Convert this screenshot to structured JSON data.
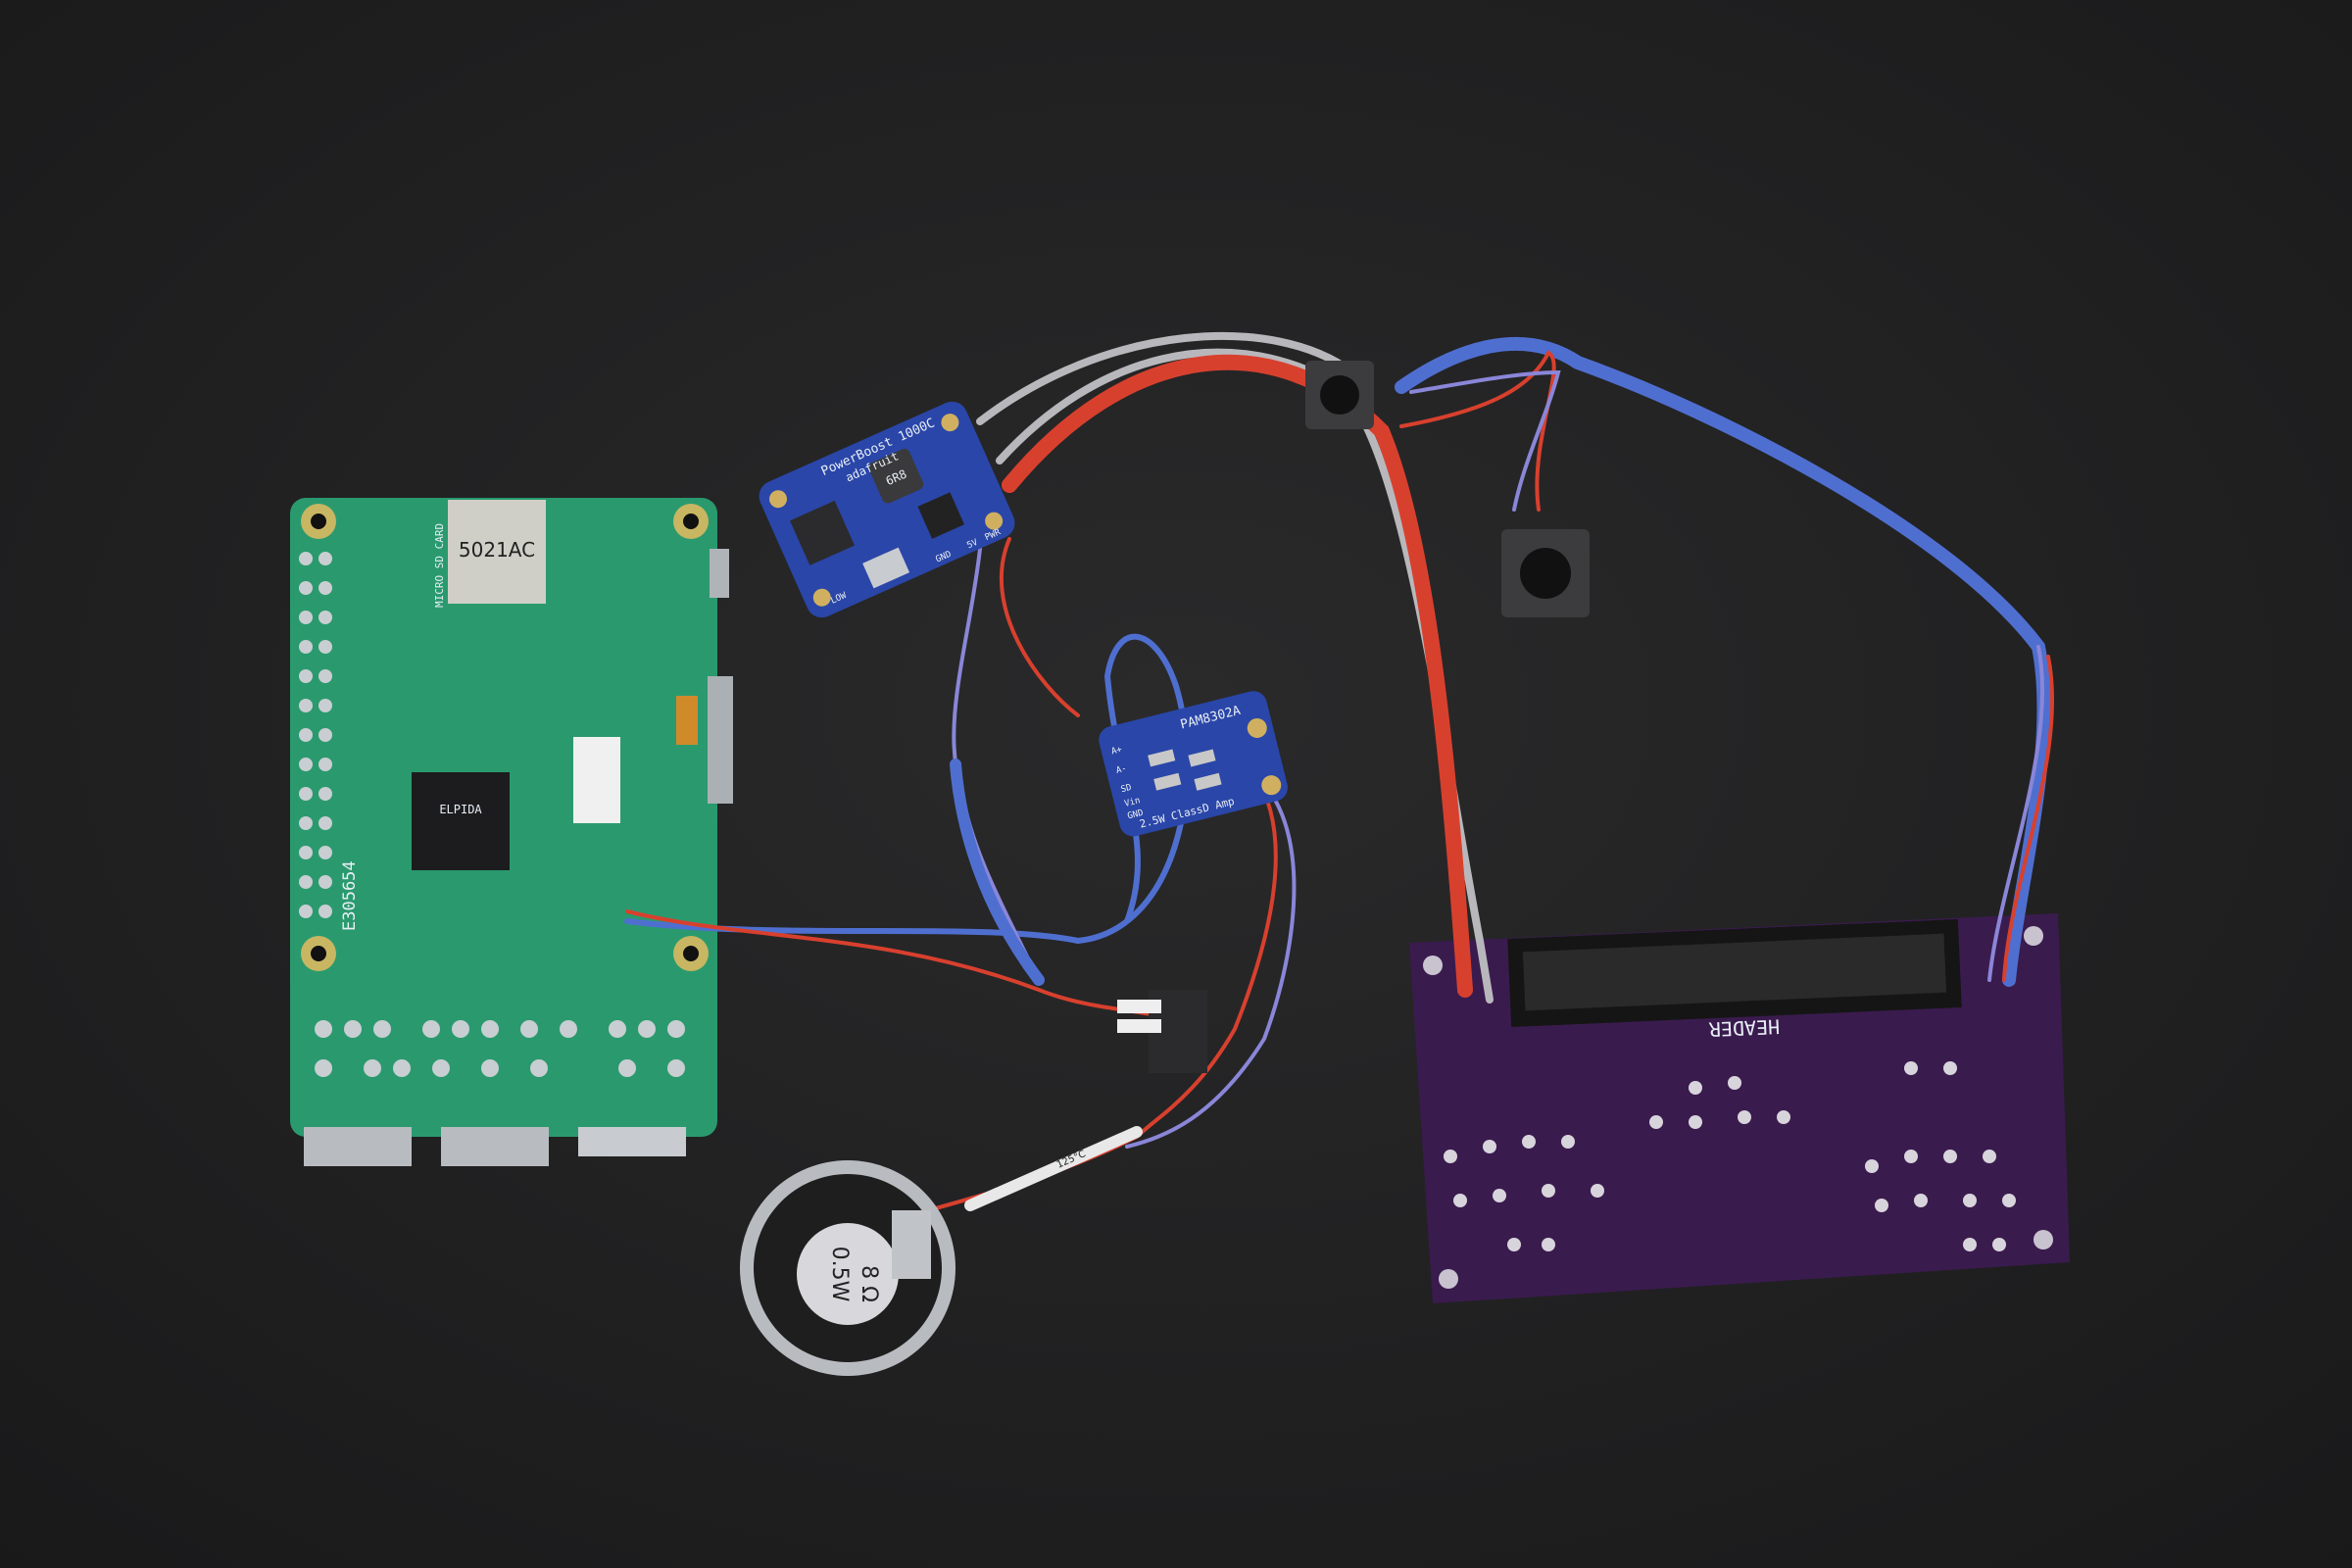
{
  "raspberry_pi": {
    "board_id": "E305654",
    "sd_label": "MICRO SD CARD",
    "sd_slot_marking": "5021AC",
    "ram_chip": "ELPIDA",
    "board_color": "#2a9a6e"
  },
  "powerboost": {
    "name": "PowerBoost 1000C",
    "brand": "adafruit",
    "inductor": "6R8",
    "pins": [
      "LOW",
      "GND",
      "5V",
      "PWR"
    ],
    "board_color": "#2a46a8"
  },
  "amplifier": {
    "name": "PAM8302A",
    "subtitle": "2.5W ClassD Amp",
    "pins": [
      "A+",
      "A-",
      "SD",
      "Vin",
      "GND"
    ],
    "board_color": "#2a46a8"
  },
  "header_board": {
    "label": "HEADER",
    "board_color": "#3a1b4e"
  },
  "speaker": {
    "impedance": "8 Ω",
    "power": "0.5W",
    "wire_marking": "125°C"
  },
  "wire_colors": {
    "red": "#d8402e",
    "blue": "#4f6fd0",
    "purple": "#8a86d8",
    "gray": "#b8b8bc"
  }
}
